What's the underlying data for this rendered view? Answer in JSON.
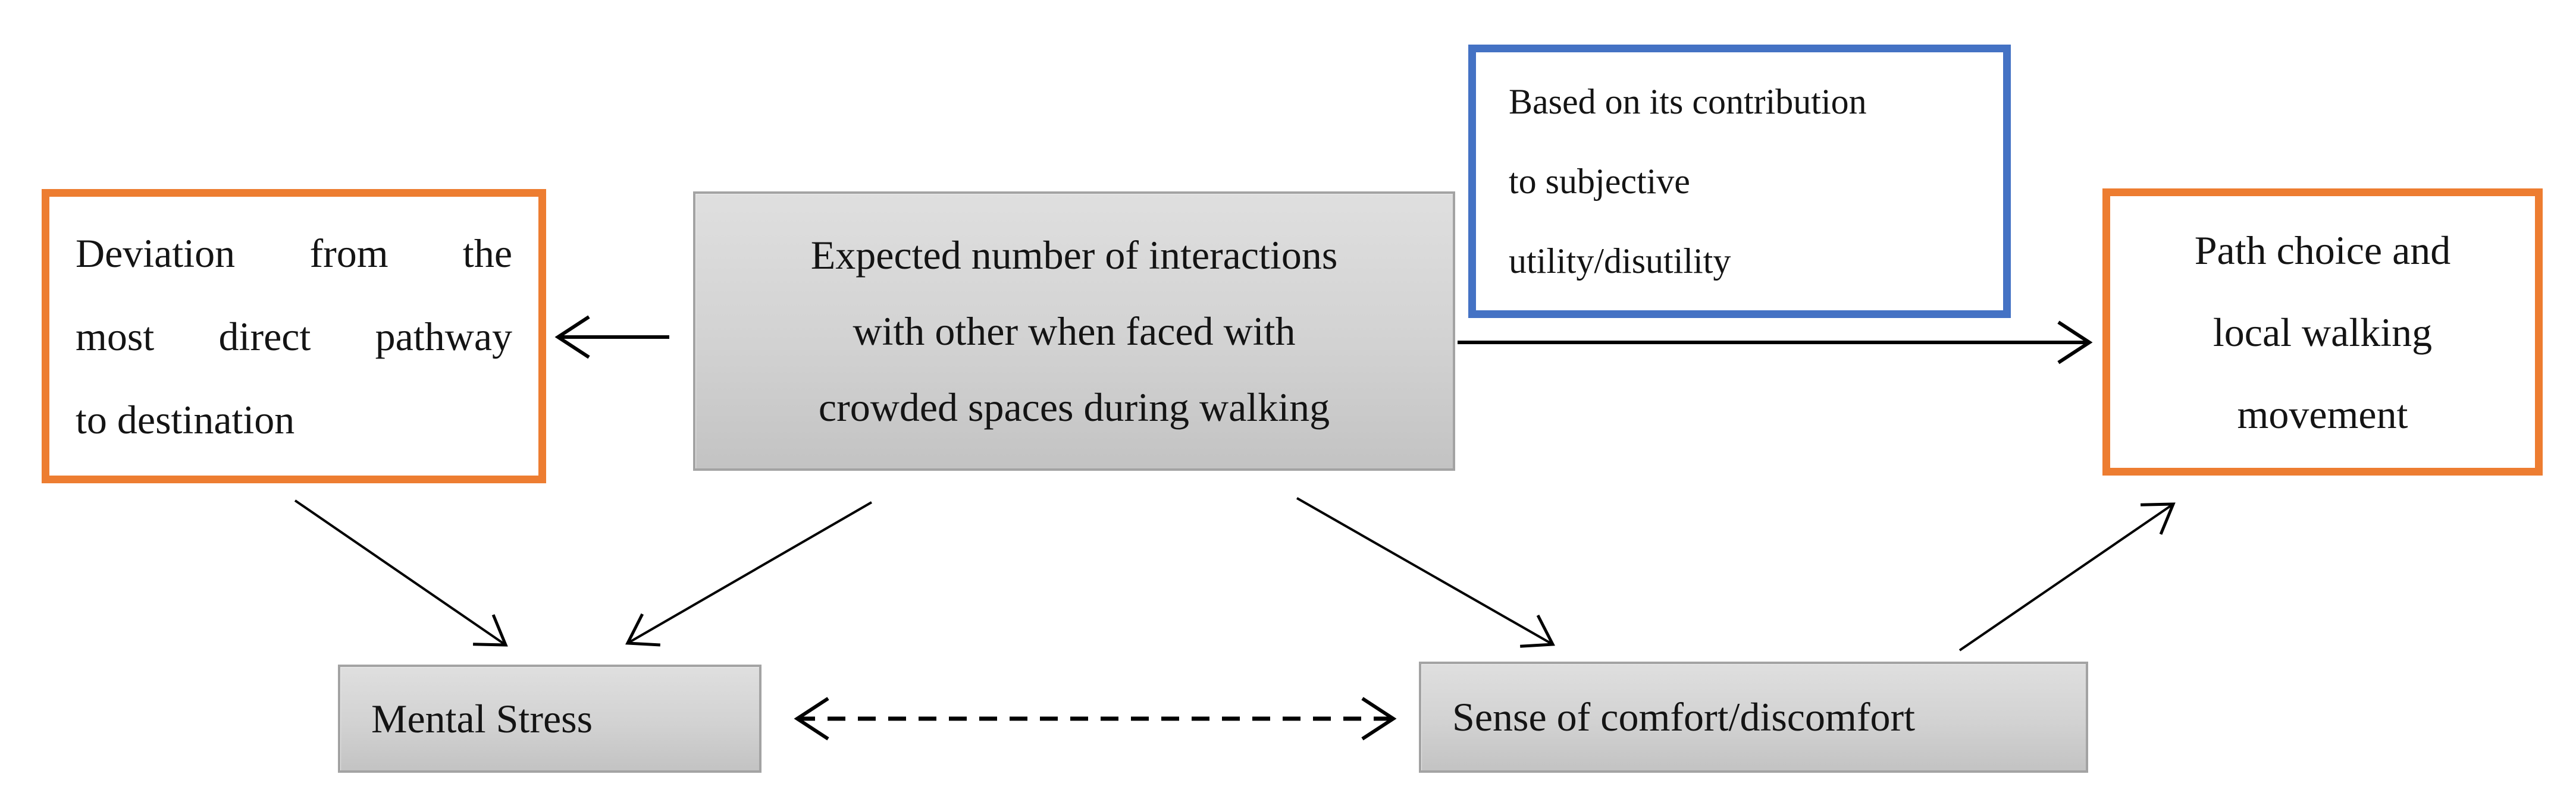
{
  "diagram": {
    "boxes": {
      "deviation": {
        "lines": [
          "Deviation from the",
          "most direct pathway",
          "to destination"
        ]
      },
      "expected": {
        "lines": [
          "Expected number of interactions",
          "with other when faced with",
          "crowded spaces during walking"
        ]
      },
      "contribution": {
        "lines": [
          "Based on its contribution",
          "to subjective",
          "utility/disutility"
        ]
      },
      "path_choice": {
        "lines": [
          "Path choice and",
          "local walking",
          "movement"
        ]
      },
      "mental_stress": {
        "text": "Mental Stress"
      },
      "comfort": {
        "text": "Sense of comfort/discomfort"
      }
    },
    "colors": {
      "orange_border": "#ED7D31",
      "blue_border": "#4472C4",
      "gray_fill_top": "#dfdfdf",
      "gray_fill_bottom": "#c3c3c3",
      "gray_border": "#a3a3a3",
      "arrow": "#000000",
      "text": "#141414",
      "background": "#ffffff"
    }
  }
}
